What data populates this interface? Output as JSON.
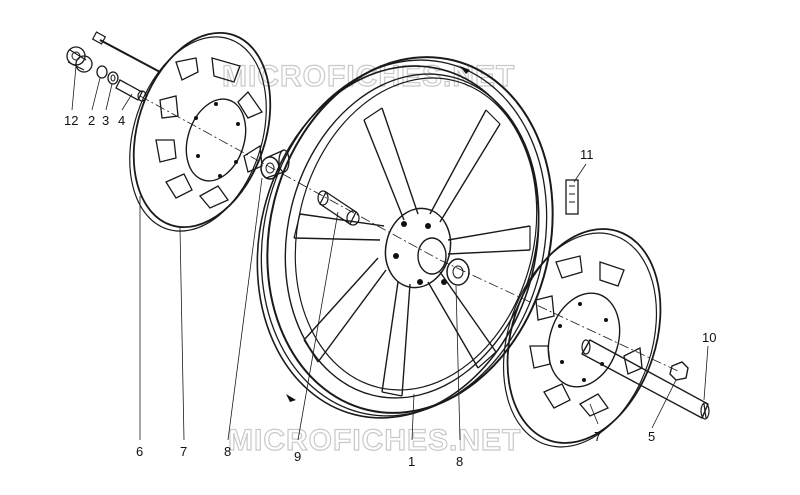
{
  "watermark": {
    "top": "MICROFICHES.NET",
    "bottom": "MICROFICHES.NET"
  },
  "labels": {
    "p12": "12",
    "p2": "2",
    "p3": "3",
    "p4": "4",
    "p11": "11",
    "p10": "10",
    "p6": "6",
    "p7a": "7",
    "p8a": "8",
    "p9": "9",
    "p1": "1",
    "p8b": "8",
    "p7b": "7",
    "p5": "5"
  },
  "colors": {
    "line": "#1a1a1a",
    "watermark": "#c9c9c9"
  }
}
